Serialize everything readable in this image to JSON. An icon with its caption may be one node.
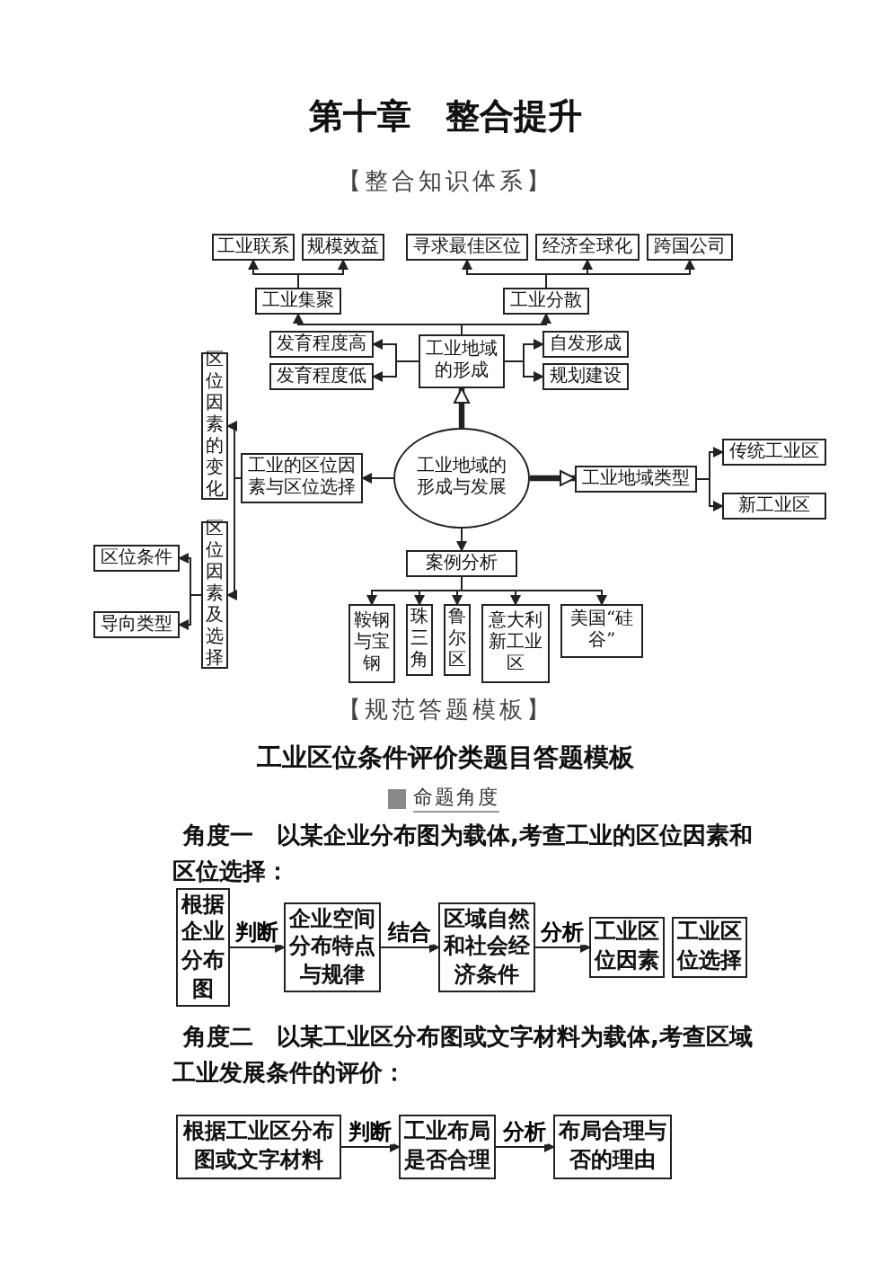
{
  "diagram": {
    "title": "第十章　整合提升",
    "nodes": [
      {
        "text": [
          "工业联系"
        ]
      },
      {
        "text": [
          "规模效益"
        ]
      },
      {
        "text": [
          "寻求最佳区位"
        ]
      },
      {
        "text": [
          "经济全球化"
        ]
      },
      {
        "text": [
          "跨国公司"
        ]
      },
      {
        "text": [
          "工业集聚"
        ]
      },
      {
        "text": [
          "工业分散"
        ]
      },
      {
        "text": [
          "发育程度高"
        ]
      },
      {
        "text": [
          "发育程度低"
        ]
      },
      {
        "text": [
          "工业地域的形成"
        ]
      },
      {
        "text": [
          "自发形成"
        ]
      },
      {
        "text": [
          "规划建设"
        ]
      },
      {
        "text": [
          "区位因素的变化"
        ]
      },
      {
        "text": [
          "区位因素及选择"
        ]
      },
      {
        "text": [
          "区位条件"
        ]
      },
      {
        "text": [
          "导向类型"
        ]
      },
      {
        "text": [
          "工业的区位因素与区位选择"
        ]
      },
      {
        "text": [
          "工业地域的形成与发展"
        ]
      },
      {
        "text": [
          "工业地域类型"
        ]
      },
      {
        "text": [
          "传统工业区"
        ]
      },
      {
        "text": [
          "新工业区"
        ]
      },
      {
        "text": [
          "案例分析"
        ]
      },
      {
        "text": [
          "鞍钢与宝钢"
        ]
      },
      {
        "text": [
          "珠三角"
        ]
      },
      {
        "text": [
          "鲁尔区"
        ]
      },
      {
        "text": [
          "意大利新工业区"
        ]
      },
      {
        "text": [
          "美国“硅谷”"
        ]
      },
      {
        "text": [
          "根据企业分布图"
        ]
      },
      {
        "text": [
          "企业空间分布特点与规律"
        ]
      },
      {
        "text": [
          "区域自然和社会经济条件"
        ]
      },
      {
        "text": [
          "工业区位因素"
        ]
      },
      {
        "text": [
          "工业区位选择"
        ]
      },
      {
        "text": [
          "根据工业区分布图或文字材料"
        ]
      },
      {
        "text": [
          "工业布局是否合理"
        ]
      },
      {
        "text": [
          "布局合理与否的理由"
        ]
      }
    ],
    "edges": [
      {
        "from": 17,
        "to": 9,
        "arrow": "to",
        "style": "thick"
      },
      {
        "from": 17,
        "to": 18,
        "arrow": "to",
        "style": "thick"
      },
      {
        "from": 17,
        "to": 16,
        "arrow": "to"
      },
      {
        "from": 17,
        "to": 21,
        "arrow": "to"
      },
      {
        "from": 9,
        "to": 5,
        "arrow": "to"
      },
      {
        "from": 9,
        "to": 6,
        "arrow": "to"
      },
      {
        "from": 5,
        "to": 0,
        "arrow": "to"
      },
      {
        "from": 5,
        "to": 1,
        "arrow": "to"
      },
      {
        "from": 6,
        "to": 2,
        "arrow": "to"
      },
      {
        "from": 6,
        "to": 3,
        "arrow": "to"
      },
      {
        "from": 6,
        "to": 4,
        "arrow": "to"
      },
      {
        "from": 9,
        "to": 7,
        "arrow": "to"
      },
      {
        "from": 9,
        "to": 8,
        "arrow": "to"
      },
      {
        "from": 9,
        "to": 10,
        "arrow": "to"
      },
      {
        "from": 9,
        "to": 11,
        "arrow": "to"
      },
      {
        "from": 16,
        "to": 12,
        "arrow": "to"
      },
      {
        "from": 16,
        "to": 13,
        "arrow": "to"
      },
      {
        "from": 13,
        "to": 14,
        "arrow": "to"
      },
      {
        "from": 13,
        "to": 15,
        "arrow": "to"
      },
      {
        "from": 18,
        "to": 19,
        "arrow": "to"
      },
      {
        "from": 18,
        "to": 20,
        "arrow": "to"
      },
      {
        "from": 21,
        "to": 22,
        "arrow": "to"
      },
      {
        "from": 21,
        "to": 23,
        "arrow": "to"
      },
      {
        "from": 21,
        "to": 24,
        "arrow": "to"
      },
      {
        "from": 21,
        "to": 25,
        "arrow": "to"
      },
      {
        "from": 21,
        "to": 26,
        "arrow": "to"
      },
      {
        "from": 27,
        "to": 28,
        "arrow": "to",
        "label": "判断"
      },
      {
        "from": 28,
        "to": 29,
        "arrow": "to",
        "label": "结合"
      },
      {
        "from": 29,
        "to": 30,
        "arrow": "to",
        "label": "分析"
      },
      {
        "from": 32,
        "to": 33,
        "arrow": "to",
        "label": "判断"
      },
      {
        "from": 33,
        "to": 34,
        "arrow": "to",
        "label": "分析"
      }
    ],
    "labels": [
      "【整合知识体系】",
      "【规范答题模板】",
      "工业区位条件评价类题目答题模板",
      "命题角度",
      "角度一　以某企业分布图为载体,考查工业的区位因素和区位选择：",
      "角度二　以某工业区分布图或文字材料为载体,考查区域工业发展条件的评价："
    ]
  }
}
